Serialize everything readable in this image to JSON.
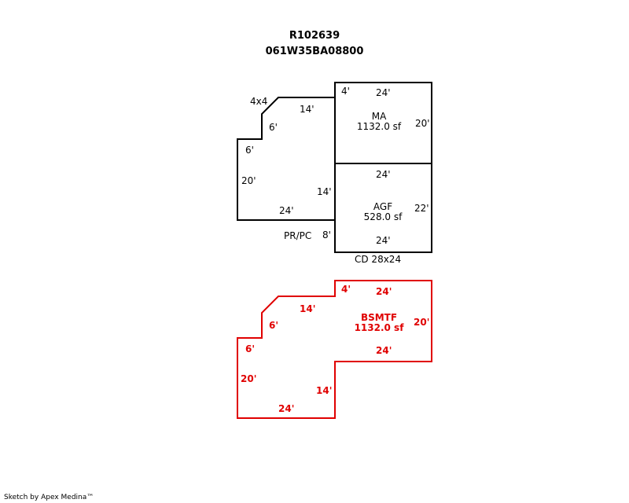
{
  "header": {
    "parcel_id": "R102639",
    "account_number": "061W35BA08800"
  },
  "main_floor": {
    "ma_name": "MA",
    "ma_area": "1132.0 sf",
    "agf_name": "AGF",
    "agf_area": "528.0 sf",
    "dims": {
      "top_4": "4'",
      "top_24": "24'",
      "chamfer": "4x4",
      "step_14": "14'",
      "left_6a": "6'",
      "left_6b": "6'",
      "left_20": "20'",
      "bottom_24": "24'",
      "ma_right_20": "20'",
      "agf_top_24": "24'",
      "agf_left_14": "14'",
      "agf_right_22": "22'",
      "agf_bottom_24": "24'",
      "pr_8": "8'"
    },
    "pr_label": "PR/PC",
    "cd_label": "CD 28x24"
  },
  "basement": {
    "name": "BSMTF",
    "area": "1132.0 sf",
    "dims": {
      "top_4": "4'",
      "top_24": "24'",
      "step_14": "14'",
      "left_6a": "6'",
      "left_6b": "6'",
      "left_20": "20'",
      "inner_14": "14'",
      "bottom_24": "24'",
      "right_20": "20'",
      "inner_24": "24'"
    },
    "color": "#e00000"
  },
  "footer": {
    "credit": "Sketch by Apex Medina™"
  }
}
